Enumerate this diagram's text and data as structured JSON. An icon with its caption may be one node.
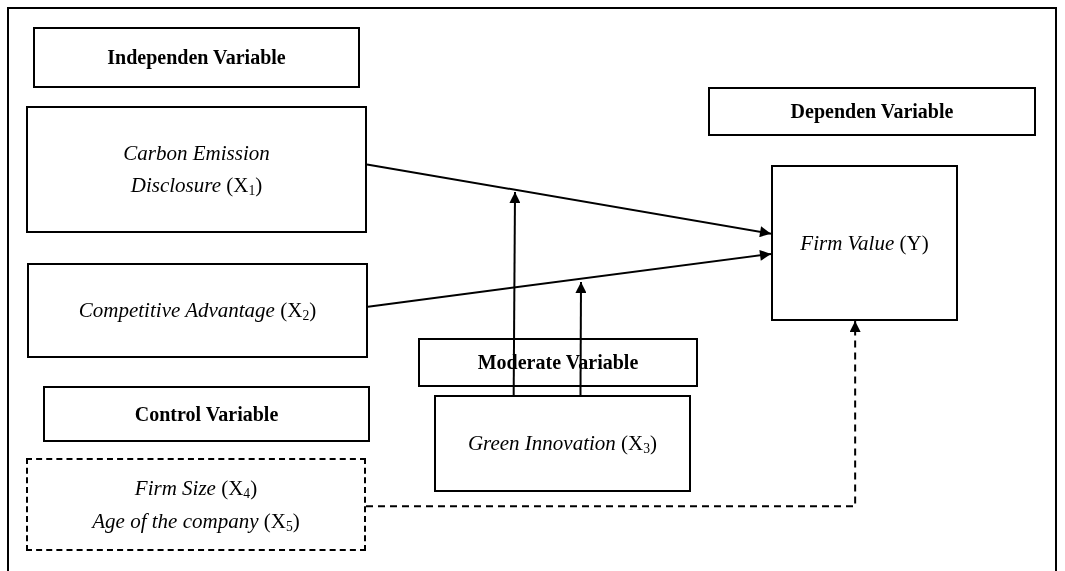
{
  "diagram": {
    "nodes": [
      {
        "text": [
          "Independen Variable"
        ]
      },
      {
        "text": [
          "*Carbon Emission Disclosure* (X$_{1}$)"
        ]
      },
      {
        "text": [
          "*Competitive Advantage* (X$_{2}$)"
        ]
      },
      {
        "text": [
          "Control Variable"
        ]
      },
      {
        "text": [
          "*Firm Size* (X$_{4}$)",
          "*Age of the company* (X$_{5}$)"
        ]
      },
      {
        "text": [
          "Dependen Variable"
        ]
      },
      {
        "text": [
          "*Firm Value* (Y)"
        ]
      },
      {
        "text": [
          "Moderate Variable"
        ]
      },
      {
        "text": [
          "*Green Innovation* (X$_{3}$)"
        ]
      }
    ],
    "edges": [
      {
        "from": 1,
        "to": 6,
        "arrow": "to"
      },
      {
        "from": 2,
        "to": 6,
        "arrow": "to"
      },
      {
        "from": 8,
        "to": null,
        "arrow": "to"
      },
      {
        "from": 8,
        "to": null,
        "arrow": "to"
      },
      {
        "from": 4,
        "to": 6,
        "arrow": "to",
        "style": "dashed"
      }
    ]
  }
}
